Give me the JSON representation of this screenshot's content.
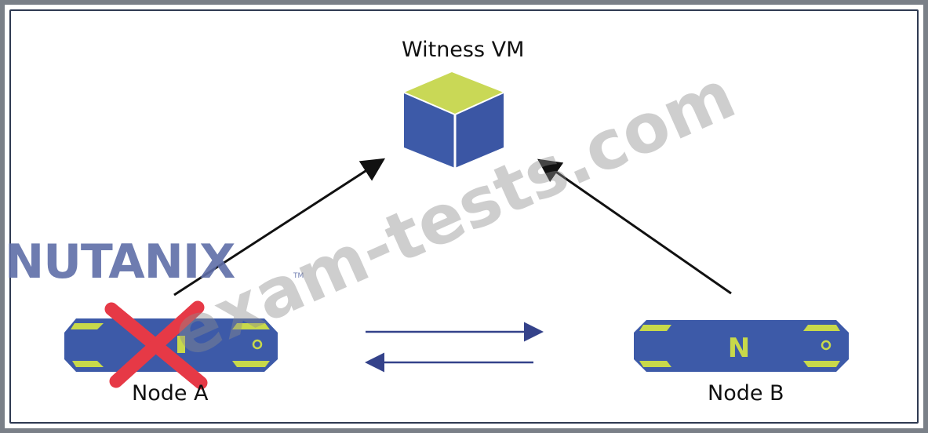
{
  "diagram": {
    "witness": {
      "label": "Witness VM"
    },
    "node_a": {
      "label": "Node A",
      "status": "failed"
    },
    "node_b": {
      "label": "Node B",
      "badge": "N"
    },
    "logo": {
      "text": "NUTANIX",
      "tm": "TM"
    },
    "watermark": "exam-tests.com"
  },
  "colors": {
    "node_blue": "#3d5aa8",
    "node_accent": "#c8d94a",
    "cross_red": "#e63946",
    "cube_top": "#c9d856",
    "logo_blue": "#5f6ea8",
    "logo_green": "#a6c43a"
  }
}
